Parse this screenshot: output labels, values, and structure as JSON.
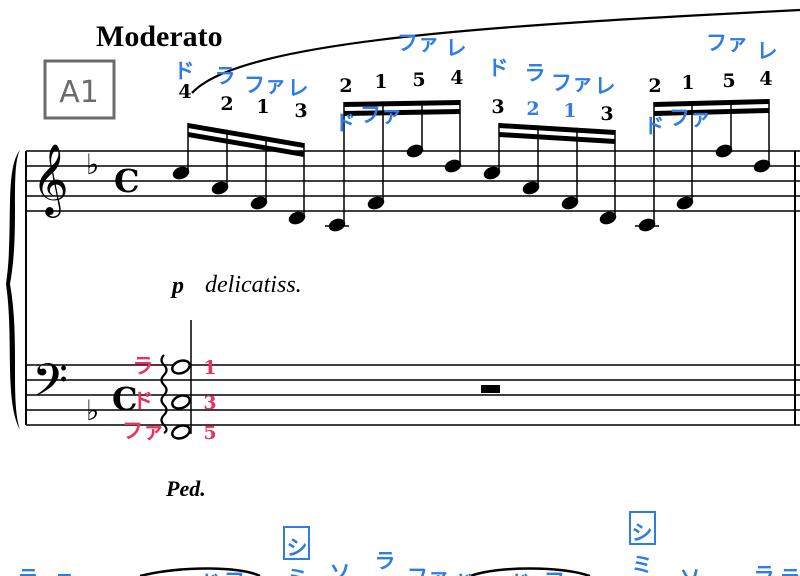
{
  "score": {
    "tempo": "Moderato",
    "rehearsal_mark": "A1",
    "dynamic": "p",
    "expression": "delicatiss.",
    "pedal": "Ped.",
    "time_signature": "C",
    "colors": {
      "solfege": "#2f7de1",
      "left_hand": "#e8335e",
      "ink": "#000000",
      "mark_box": "#6b6b6b"
    },
    "treble_groups": [
      {
        "fingerings": [
          "4",
          "2",
          "1",
          "3"
        ],
        "solfege": [
          "ド",
          "ラ",
          "ファ",
          "レ"
        ]
      },
      {
        "fingerings": [
          "2",
          "1",
          "5",
          "4"
        ],
        "solfege": [
          "ド",
          "ファ",
          "ファ",
          "レ"
        ]
      },
      {
        "fingerings": [
          "3",
          "2",
          "1",
          "3"
        ],
        "solfege": [
          "ド",
          "ラ",
          "ファ",
          "レ"
        ]
      },
      {
        "fingerings": [
          "2",
          "1",
          "5",
          "4"
        ],
        "solfege": [
          "ド",
          "ファ",
          "ファ",
          "レ"
        ]
      }
    ],
    "bass_chord": {
      "fingerings": [
        "1",
        "3",
        "5"
      ],
      "solfege": [
        "ラ",
        "ド",
        "ファ"
      ]
    },
    "next_system_solfege": [
      "ラ",
      "ラ",
      "ド",
      "ファ",
      "シ",
      "ミ",
      "ソ",
      "ラ",
      "ファ",
      "ド",
      "ド",
      "ファ",
      "シ",
      "ミ",
      "ソ",
      "ラ",
      "ラ"
    ]
  }
}
